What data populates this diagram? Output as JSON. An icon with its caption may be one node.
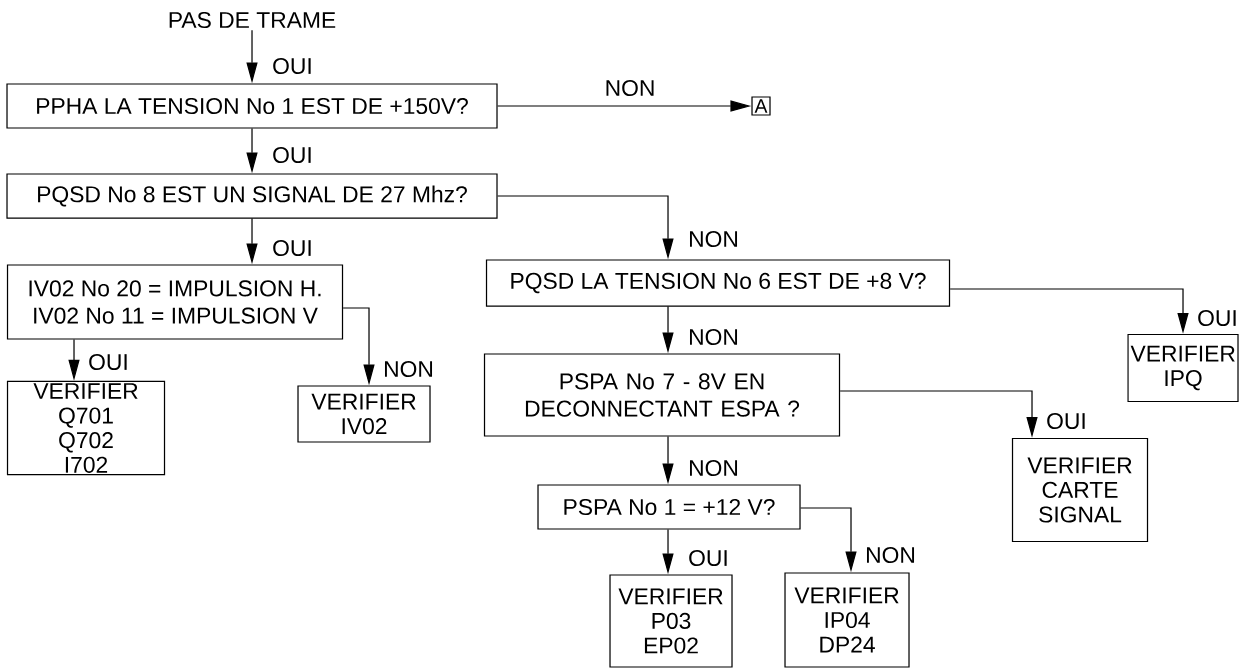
{
  "diagram": {
    "nodes": [
      {
        "text": [
          "PAS DE TRAME"
        ]
      },
      {
        "text": [
          "PPHA LA TENSION No 1 EST DE +150V?"
        ]
      },
      {
        "text": [
          "A"
        ]
      },
      {
        "text": [
          "PQSD No 8 EST UN SIGNAL DE 27 Mhz?"
        ]
      },
      {
        "text": [
          "IV02 No 20 = IMPULSION H.",
          "IV02 No 11 = IMPULSION V"
        ]
      },
      {
        "text": [
          "VERIFIER Q701 Q702 I702"
        ]
      },
      {
        "text": [
          "VERIFIER IV02"
        ]
      },
      {
        "text": [
          "PQSD LA TENSION No 6 EST DE +8 V?"
        ]
      },
      {
        "text": [
          "VERIFIER IPQ"
        ]
      },
      {
        "text": [
          "PSPA No 7 - 8V EN DECONNECTANT ESPA ?"
        ]
      },
      {
        "text": [
          "VERIFIER CARTE SIGNAL"
        ]
      },
      {
        "text": [
          "PSPA No 1 = +12 V?"
        ]
      },
      {
        "text": [
          "VERIFIER P03 EP02"
        ]
      },
      {
        "text": [
          "VERIFIER IP04 DP24"
        ]
      }
    ],
    "edges": [
      {
        "from": 0,
        "to": 1,
        "arrow": "to",
        "label": "OUI"
      },
      {
        "from": 1,
        "to": 2,
        "arrow": "to",
        "label": "NON"
      },
      {
        "from": 1,
        "to": 3,
        "arrow": "to",
        "label": "OUI"
      },
      {
        "from": 3,
        "to": 4,
        "arrow": "to",
        "label": "OUI"
      },
      {
        "from": 3,
        "to": 7,
        "arrow": "to",
        "label": "NON"
      },
      {
        "from": 4,
        "to": 5,
        "arrow": "to",
        "label": "OUI"
      },
      {
        "from": 4,
        "to": 6,
        "arrow": "to",
        "label": "NON"
      },
      {
        "from": 7,
        "to": 9,
        "arrow": "to",
        "label": "NON"
      },
      {
        "from": 7,
        "to": 8,
        "arrow": "to",
        "label": "OUI"
      },
      {
        "from": 9,
        "to": 11,
        "arrow": "to",
        "label": "NON"
      },
      {
        "from": 9,
        "to": 10,
        "arrow": "to",
        "label": "OUI"
      },
      {
        "from": 11,
        "to": 12,
        "arrow": "to",
        "label": "OUI"
      },
      {
        "from": 11,
        "to": 13,
        "arrow": "to",
        "label": "NON"
      }
    ]
  }
}
